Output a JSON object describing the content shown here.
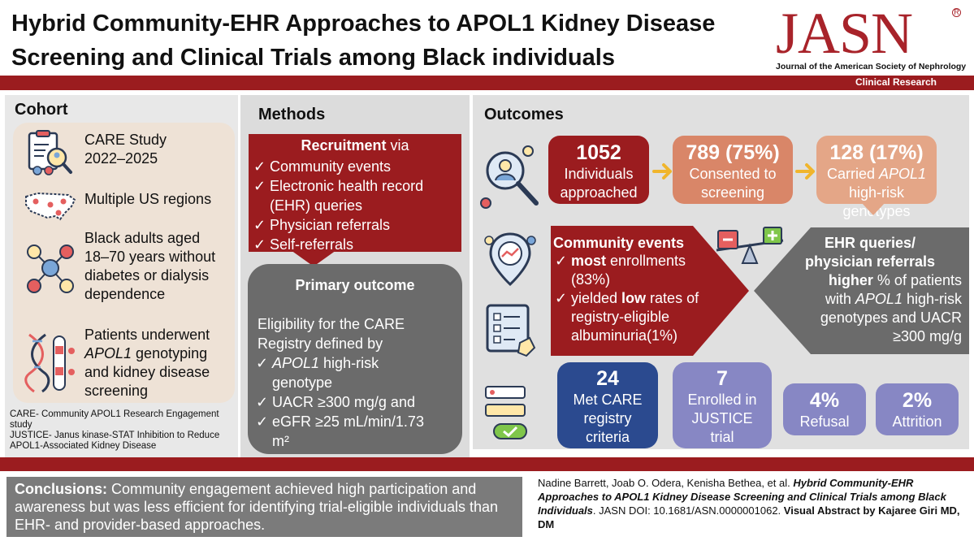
{
  "title_line1": "Hybrid Community-EHR Approaches to APOL1 Kidney Disease",
  "title_line2": "Screening and Clinical Trials among Black individuals",
  "journal": {
    "logo": "JASN",
    "subtitle": "Journal of the American Society of Nephrology",
    "section": "Clinical Research"
  },
  "cohort": {
    "heading": "Cohort",
    "study_line1": "CARE Study",
    "study_line2": "2022–2025",
    "regions": "Multiple US regions",
    "pop_line1": "Black adults aged",
    "pop_line2": "18–70 years without",
    "pop_line3": "diabetes or dialysis",
    "pop_line4": "dependence",
    "geno_line1": "Patients underwent",
    "geno_gene": "APOL1",
    "geno_line2_rest": " genotyping",
    "geno_line3": "and kidney disease",
    "geno_line4": "screening",
    "foot1": "CARE- Community APOL1 Research Engagement",
    "foot2": "study",
    "foot3": "JUSTICE- Janus kinase-STAT Inhibition to Reduce",
    "foot4": "APOL1-Associated Kidney Disease"
  },
  "methods": {
    "heading": "Methods",
    "recruit_bold": "Recruitment",
    "recruit_rest": " via",
    "recruit_items": [
      "Community events",
      "Electronic health record",
      "(EHR) queries",
      "Physician referrals",
      "Self-referrals"
    ],
    "primary_title": "Primary outcome",
    "elig_line1": "Eligibility for the CARE",
    "elig_line2": "Registry defined by",
    "crit1_gene": "APOL1",
    "crit1_rest": " high-risk",
    "crit1_line2": "genotype",
    "crit2": "UACR ≥300 mg/g and",
    "crit3": "eGFR ≥25 mL/min/1.73",
    "crit3_line2": "m²"
  },
  "outcomes": {
    "heading": "Outcomes",
    "approached_num": "1052",
    "approached_l1": "Individuals",
    "approached_l2": "approached",
    "consented_num": "789 (75%)",
    "consented_l1": "Consented to",
    "consented_l2": "screening",
    "carried_num": "128 (17%)",
    "carried_l1a": "Carried ",
    "carried_gene": "APOL1",
    "carried_l2": "high-risk genotypes",
    "comm_head": "Community events",
    "comm_b1_bold": "most",
    "comm_b1_rest": " enrollments",
    "comm_b1_l2": "(83%)",
    "comm_b2_l1a": "yielded ",
    "comm_b2_bold": "low",
    "comm_b2_l1b": " rates of",
    "comm_b2_l2": "registry-eligible",
    "comm_b2_l3": "albuminuria(1%)",
    "ehr_head1": "EHR queries/",
    "ehr_head2": "physician referrals",
    "ehr_l3_bold": "higher",
    "ehr_l3_rest": " % of patients",
    "ehr_l4a": "with ",
    "ehr_l4_gene": "APOL1",
    "ehr_l4b": " high-risk",
    "ehr_l5": "genotypes and UACR",
    "ehr_l6": "≥300 mg/g",
    "met_num": "24",
    "met_l1": "Met CARE",
    "met_l2": "registry",
    "met_l3": "criteria",
    "enr_num": "7",
    "enr_l1": "Enrolled in",
    "enr_l2": "JUSTICE",
    "enr_l3": "trial",
    "ref_num": "4%",
    "ref_l1": "Refusal",
    "att_num": "2%",
    "att_l1": "Attrition"
  },
  "conclusion": {
    "label": "Conclusions:",
    "text": " Community engagement achieved high participation and awareness but was less efficient for identifying trial-eligible individuals than EHR- and provider-based approaches."
  },
  "citation": {
    "authors": "Nadine Barrett, Joab O. Odera, Kenisha Bethea, et al. ",
    "title": "Hybrid Community-EHR Approaches to APOL1 Kidney Disease Screening and Clinical Trials among Black Individuals",
    "doi": ". JASN DOI: 10.1681/ASN.0000001062. ",
    "credit": "Visual Abstract by Kajaree Giri MD, DM"
  },
  "colors": {
    "brand_red": "#9b1c1f",
    "salmon": "#d98668",
    "peach": "#e4a687",
    "navy": "#2b4a8f",
    "lavender": "#8787c4",
    "gray_dark": "#6b6b6b",
    "arrow_yellow": "#f0b52c"
  }
}
